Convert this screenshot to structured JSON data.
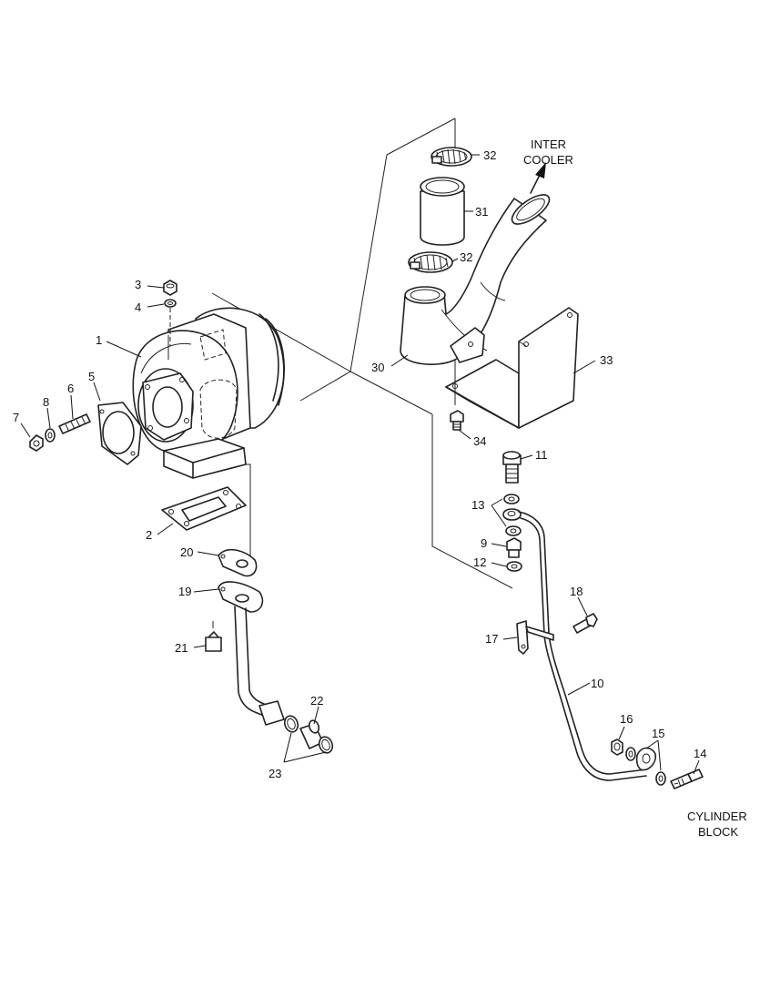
{
  "callouts": {
    "c1": "1",
    "c2": "2",
    "c3": "3",
    "c4": "4",
    "c5": "5",
    "c6": "6",
    "c7": "7",
    "c8": "8",
    "c9": "9",
    "c10": "10",
    "c11": "11",
    "c12": "12",
    "c13": "13",
    "c14": "14",
    "c15": "15",
    "c16": "16",
    "c17": "17",
    "c18": "18",
    "c19": "19",
    "c20": "20",
    "c21": "21",
    "c22": "22",
    "c23": "23",
    "c30": "30",
    "c31": "31",
    "c32a": "32",
    "c32b": "32",
    "c33": "33",
    "c34": "34"
  },
  "labels": {
    "intercooler_line1": "INTER",
    "intercooler_line2": "COOLER",
    "cylinder_line1": "CYLINDER",
    "cylinder_line2": "BLOCK"
  }
}
